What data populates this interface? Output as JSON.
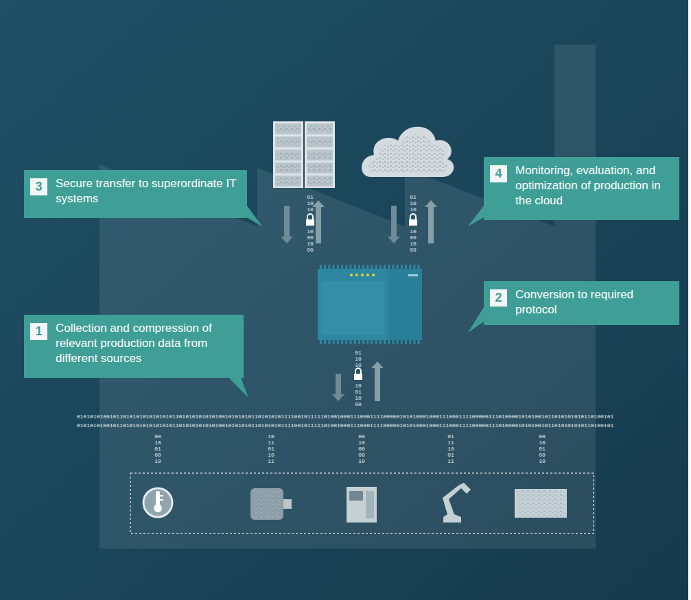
{
  "diagram": {
    "nodes": [
      {
        "text": [
          "3",
          "Secure transfer to superordinate IT systems"
        ]
      },
      {
        "text": [
          "4",
          "Monitoring, evaluation, and optimization of production in the cloud"
        ]
      },
      {
        "text": [
          "2",
          "Conversion to required protocol"
        ]
      },
      {
        "text": [
          "1",
          "Collection and compression of relevant production data from different sources"
        ]
      }
    ],
    "labels": [
      "01 10 10",
      "10 00 10 00",
      "01 10 10",
      "10 00 10 00",
      "01 10 10",
      "10 01 10 00",
      "0101010100101101010101010101011010101010101001010101011010101011110010111110100100011100011110000010101000100011100011110000011101000010101001011010101010110100101",
      "0101010100101101010101010101011010101010101001010101011010101011110010111110100100011100011110000010101000100011100011110000011101000010101001011010101010110100101",
      "00 10 01 00 10",
      "10 11 01 10 11",
      "00 10 00 00 10",
      "01 11 10 01 11",
      "00 10 01 00 10"
    ]
  }
}
